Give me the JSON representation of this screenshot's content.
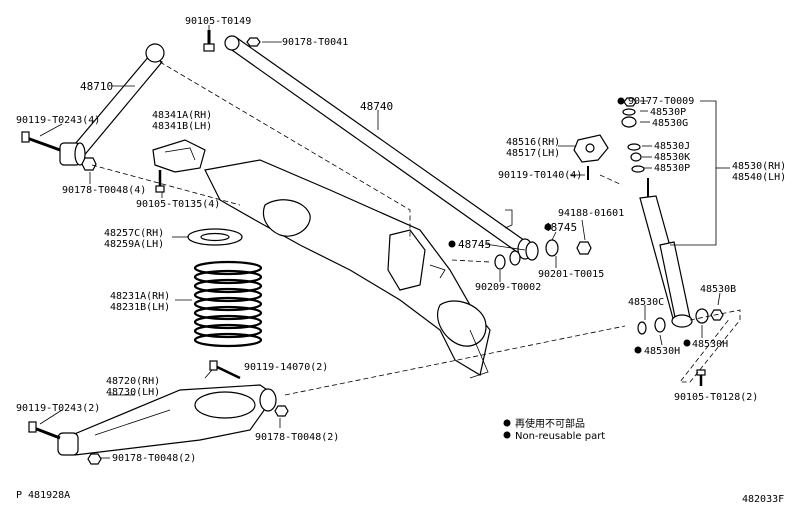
{
  "labels": {
    "p90105_t0149": "90105-T0149",
    "p90178_t0041": "90178-T0041",
    "p48710": "48710",
    "p48740": "48740",
    "p90119_t0243_4": "90119-T0243(4)",
    "p48341a": "48341A(RH)",
    "p48341b": "48341B(LH)",
    "p90178_t0048_4": "90178-T0048(4)",
    "p90105_t0135_4": "90105-T0135(4)",
    "p48257c": "48257C(RH)",
    "p48259a": "48259A(LH)",
    "p48231a": "48231A(RH)",
    "p48231b": "48231B(LH)",
    "p48516": "48516(RH)",
    "p48517": "48517(LH)",
    "p90119_t0140_4": "90119-T0140(4)",
    "p94188": "94188-01601",
    "p48745a": "48745",
    "p48745b": "48745",
    "p90209_t0002": "90209-T0002",
    "p90201_t0015": "90201-T0015",
    "p90177_t0009": "90177-T0009",
    "p48530p_a": "48530P",
    "p48530g": "48530G",
    "p48530j": "48530J",
    "p48530k": "48530K",
    "p48530p_b": "48530P",
    "p48530rh": "48530(RH)",
    "p48540lh": "48540(LH)",
    "p48530c": "48530C",
    "p48530b": "48530B",
    "p48530h_a": "48530H",
    "p48530h_b": "48530H",
    "p90105_t0128_2": "90105-T0128(2)",
    "p90119_14070_2": "90119-14070(2)",
    "p48720": "48720(RH)",
    "p48730": "48730(LH)",
    "p90119_t0243_2": "90119-T0243(2)",
    "p90178_t0048_2a": "90178-T0048(2)",
    "p90178_t0048_2b": "90178-T0048(2)"
  },
  "legend": {
    "reuse": "再使用不可部品",
    "nonreusable": "Non-reusable part"
  },
  "footer": {
    "left": "P 481928A",
    "right": "482033F"
  }
}
